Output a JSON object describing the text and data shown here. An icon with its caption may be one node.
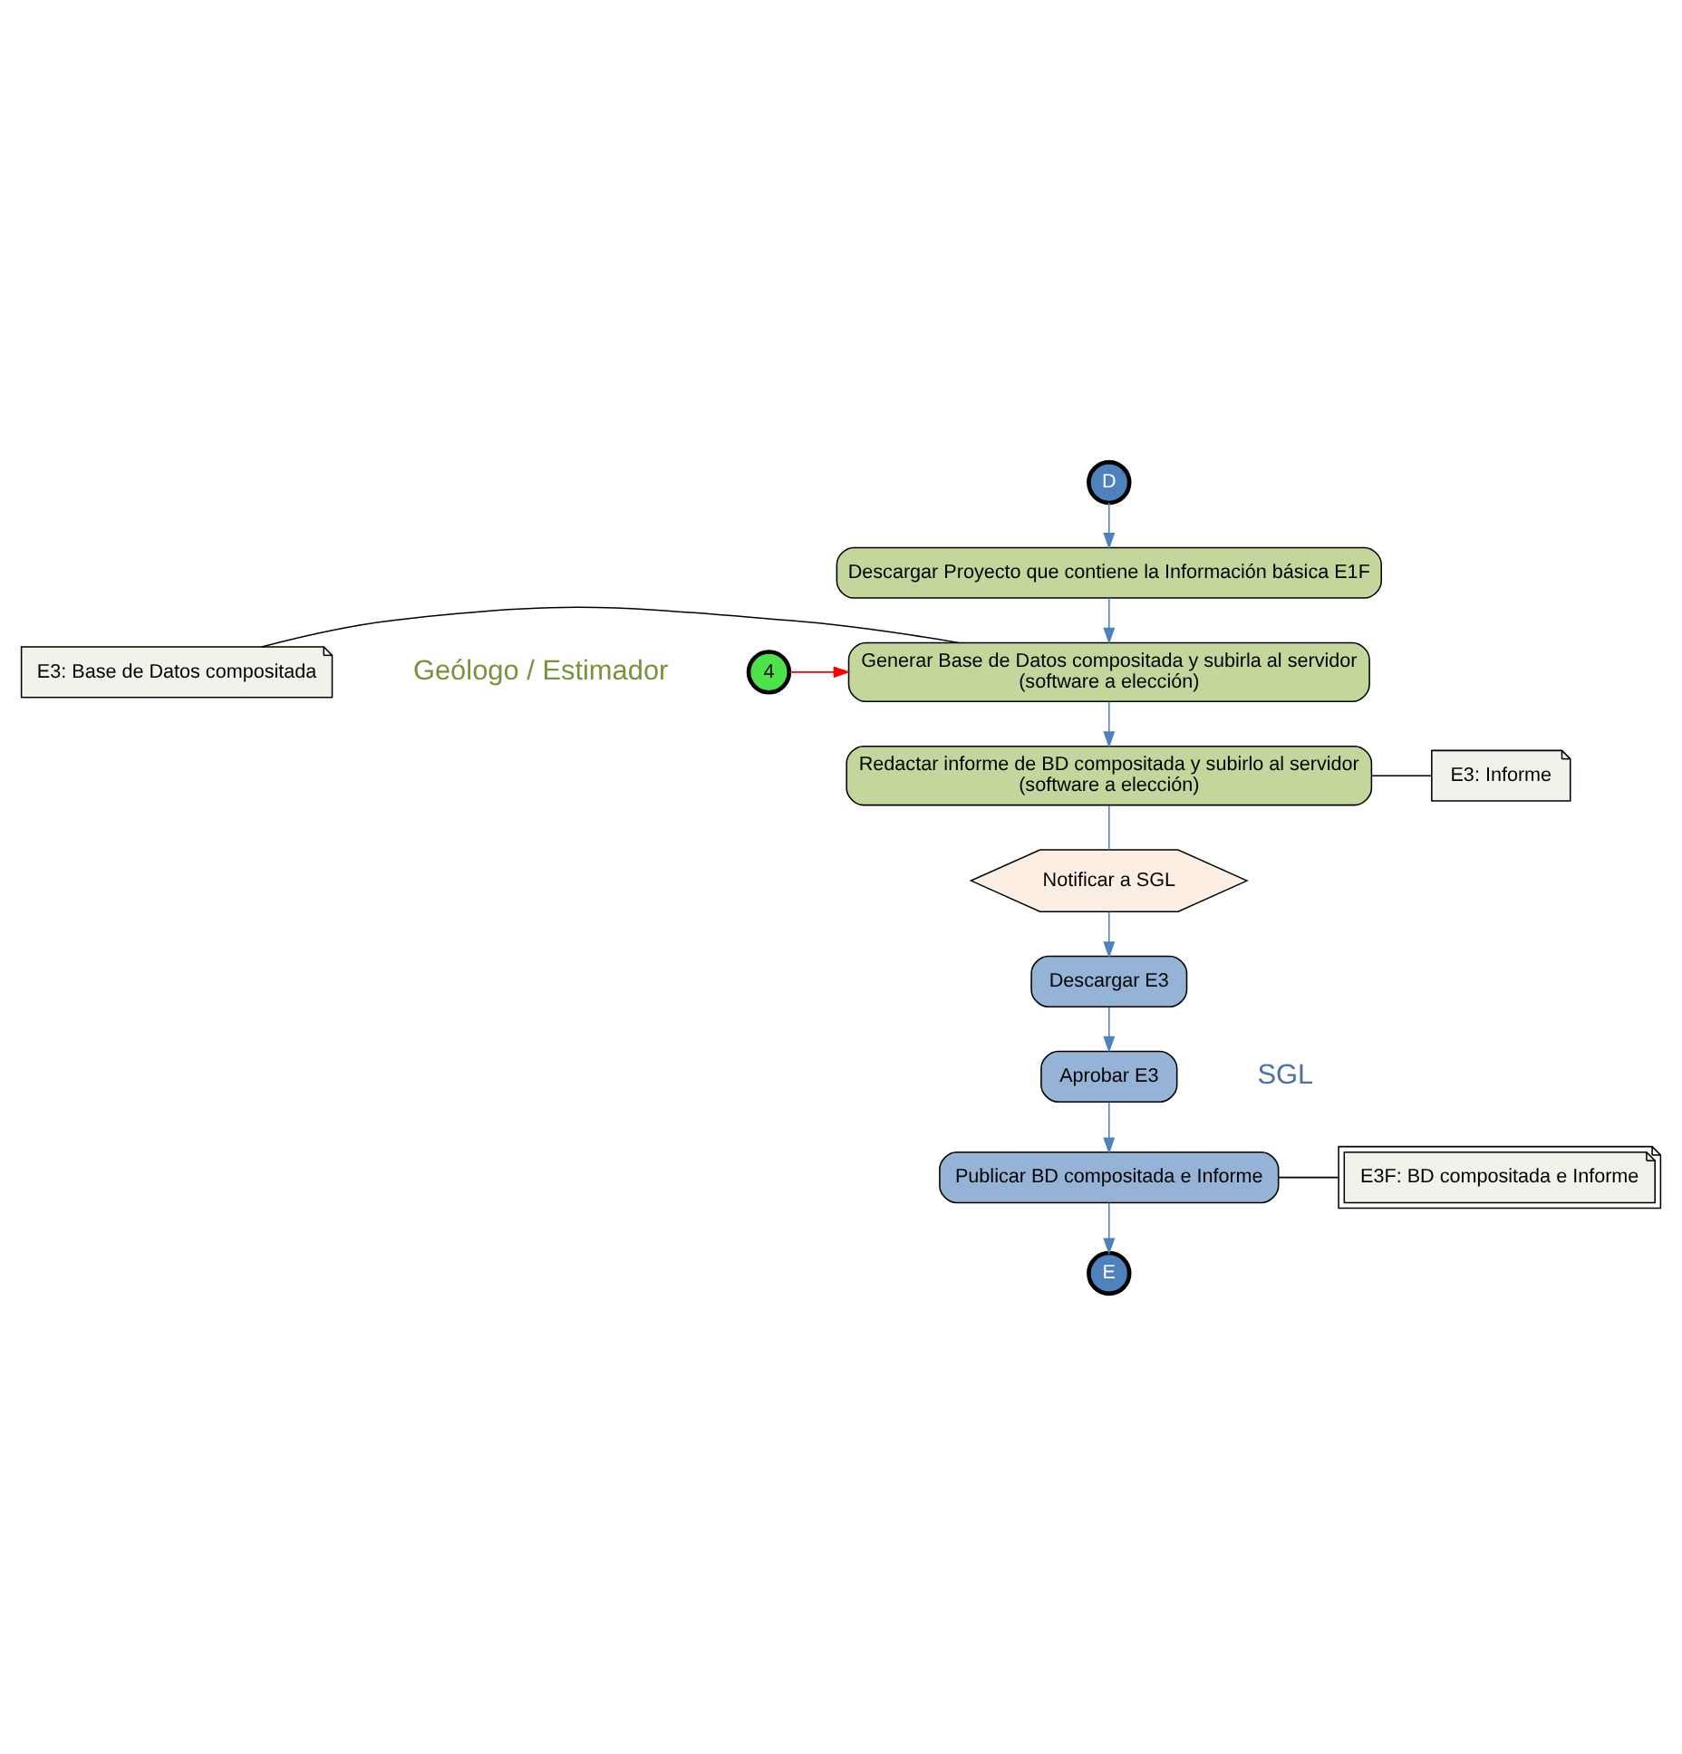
{
  "diagram": {
    "nodes": [
      {
        "text": [
          "D"
        ]
      },
      {
        "text": [
          "Descargar Proyecto que contiene la Información básica E1F"
        ]
      },
      {
        "text": [
          "4"
        ]
      },
      {
        "text": [
          "Generar Base de Datos compositada y subirla al servidor",
          "(software a elección)"
        ]
      },
      {
        "text": [
          "E3: Base de Datos compositada"
        ]
      },
      {
        "text": [
          "Redactar informe de BD compositada y subirlo al servidor",
          "(software a elección)"
        ]
      },
      {
        "text": [
          "E3: Informe"
        ]
      },
      {
        "text": [
          "Notificar a SGL"
        ]
      },
      {
        "text": [
          "Descargar E3"
        ]
      },
      {
        "text": [
          "Aprobar E3"
        ]
      },
      {
        "text": [
          "Publicar BD compositada e Informe"
        ]
      },
      {
        "text": [
          "E3F: BD compositada e Informe"
        ]
      },
      {
        "text": [
          "E"
        ]
      }
    ],
    "edges": [
      {
        "from": 0,
        "to": 1,
        "arrow": "to"
      },
      {
        "from": 1,
        "to": 3,
        "arrow": "to"
      },
      {
        "from": 2,
        "to": 3,
        "arrow": "to",
        "color": "#ff0000"
      },
      {
        "from": 3,
        "to": 4,
        "arrow": "none",
        "color": "#000000"
      },
      {
        "from": 3,
        "to": 5,
        "arrow": "to"
      },
      {
        "from": 5,
        "to": 6,
        "arrow": "none",
        "color": "#000000"
      },
      {
        "from": 5,
        "to": 7,
        "arrow": "none"
      },
      {
        "from": 7,
        "to": 8,
        "arrow": "to"
      },
      {
        "from": 8,
        "to": 9,
        "arrow": "to"
      },
      {
        "from": 9,
        "to": 10,
        "arrow": "to"
      },
      {
        "from": 10,
        "to": 11,
        "arrow": "none",
        "color": "#000000"
      },
      {
        "from": 10,
        "to": 12,
        "arrow": "to"
      }
    ],
    "labels": [
      "Geólogo / Estimador",
      "SGL"
    ]
  }
}
